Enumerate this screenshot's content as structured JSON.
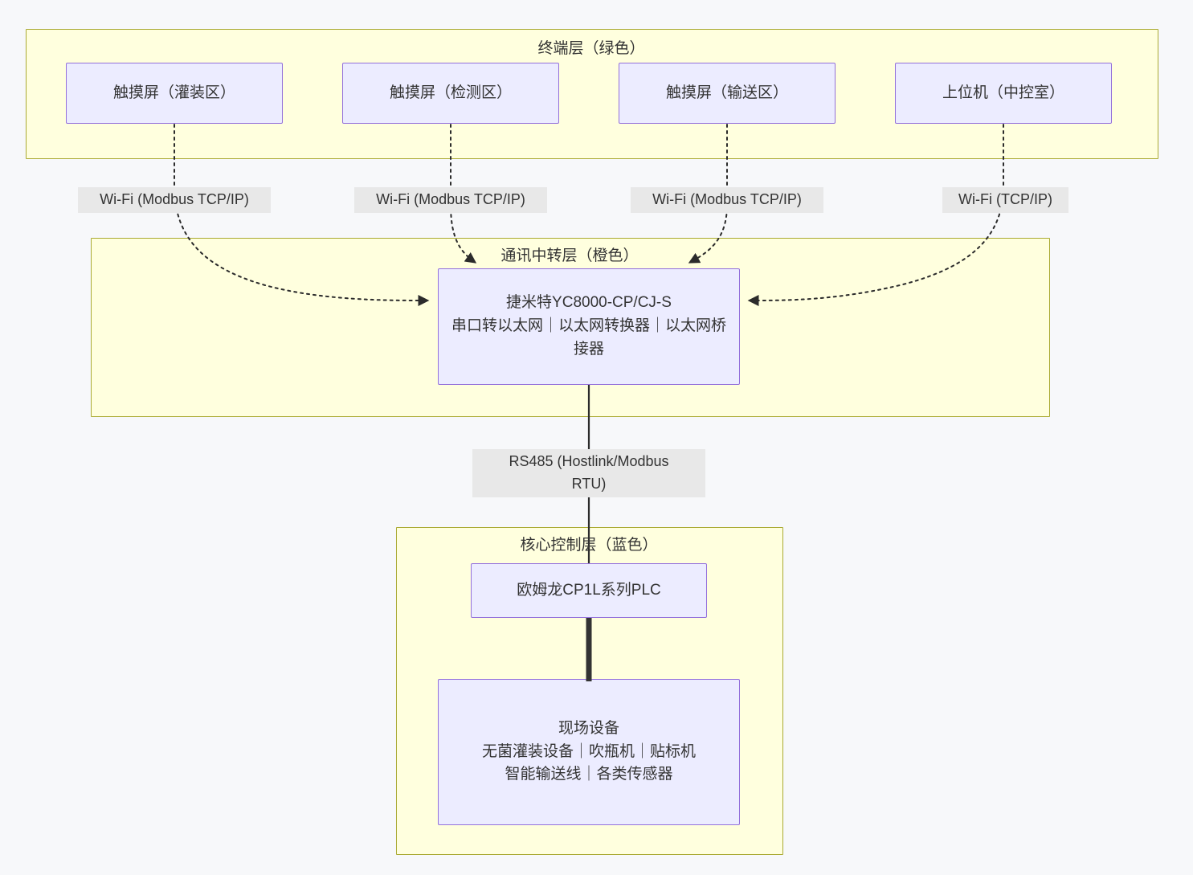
{
  "diagram": {
    "type": "layered-architecture-flowchart",
    "background_color": "#f7f8fa",
    "cluster_fill": "#ffffde",
    "cluster_stroke": "#aaaa33",
    "node_fill": "#ececff",
    "node_stroke": "#9370db",
    "edge_label_fill": "#e8e8e8",
    "text_color": "#333333"
  },
  "clusters": {
    "terminal": {
      "title": "终端层（绿色）",
      "nodes": [
        {
          "label": "触摸屏（灌装区）"
        },
        {
          "label": "触摸屏（检测区）"
        },
        {
          "label": "触摸屏（输送区）"
        },
        {
          "label": "上位机（中控室）"
        }
      ]
    },
    "relay": {
      "title": "通讯中转层（橙色）",
      "node": {
        "line1": "捷米特YC8000-CP/CJ-S",
        "line2": "串口转以太网｜以太网转换器｜以太网桥接器"
      }
    },
    "core": {
      "title": "核心控制层（蓝色）",
      "plc": {
        "label": "欧姆龙CP1L系列PLC"
      },
      "field": {
        "line1": "现场设备",
        "line2": "无菌灌装设备｜吹瓶机｜贴标机",
        "line3": "智能输送线｜各类传感器"
      }
    }
  },
  "edges": [
    {
      "id": "hmi1-to-relay",
      "label": "Wi-Fi (Modbus TCP/IP)",
      "style": "dotted",
      "arrow": "end"
    },
    {
      "id": "hmi2-to-relay",
      "label": "Wi-Fi (Modbus TCP/IP)",
      "style": "dotted",
      "arrow": "end"
    },
    {
      "id": "hmi3-to-relay",
      "label": "Wi-Fi (Modbus TCP/IP)",
      "style": "dotted",
      "arrow": "end"
    },
    {
      "id": "scada-to-relay",
      "label": "Wi-Fi (TCP/IP)",
      "style": "dotted",
      "arrow": "end"
    },
    {
      "id": "relay-to-plc",
      "label": "RS485 (Hostlink/Modbus RTU)",
      "label_line1": "RS485 (Hostlink/Modbus",
      "label_line2": "RTU)",
      "style": "solid-thin",
      "arrow": "none"
    },
    {
      "id": "plc-to-field",
      "label": "",
      "style": "solid-thick",
      "arrow": "none"
    }
  ]
}
